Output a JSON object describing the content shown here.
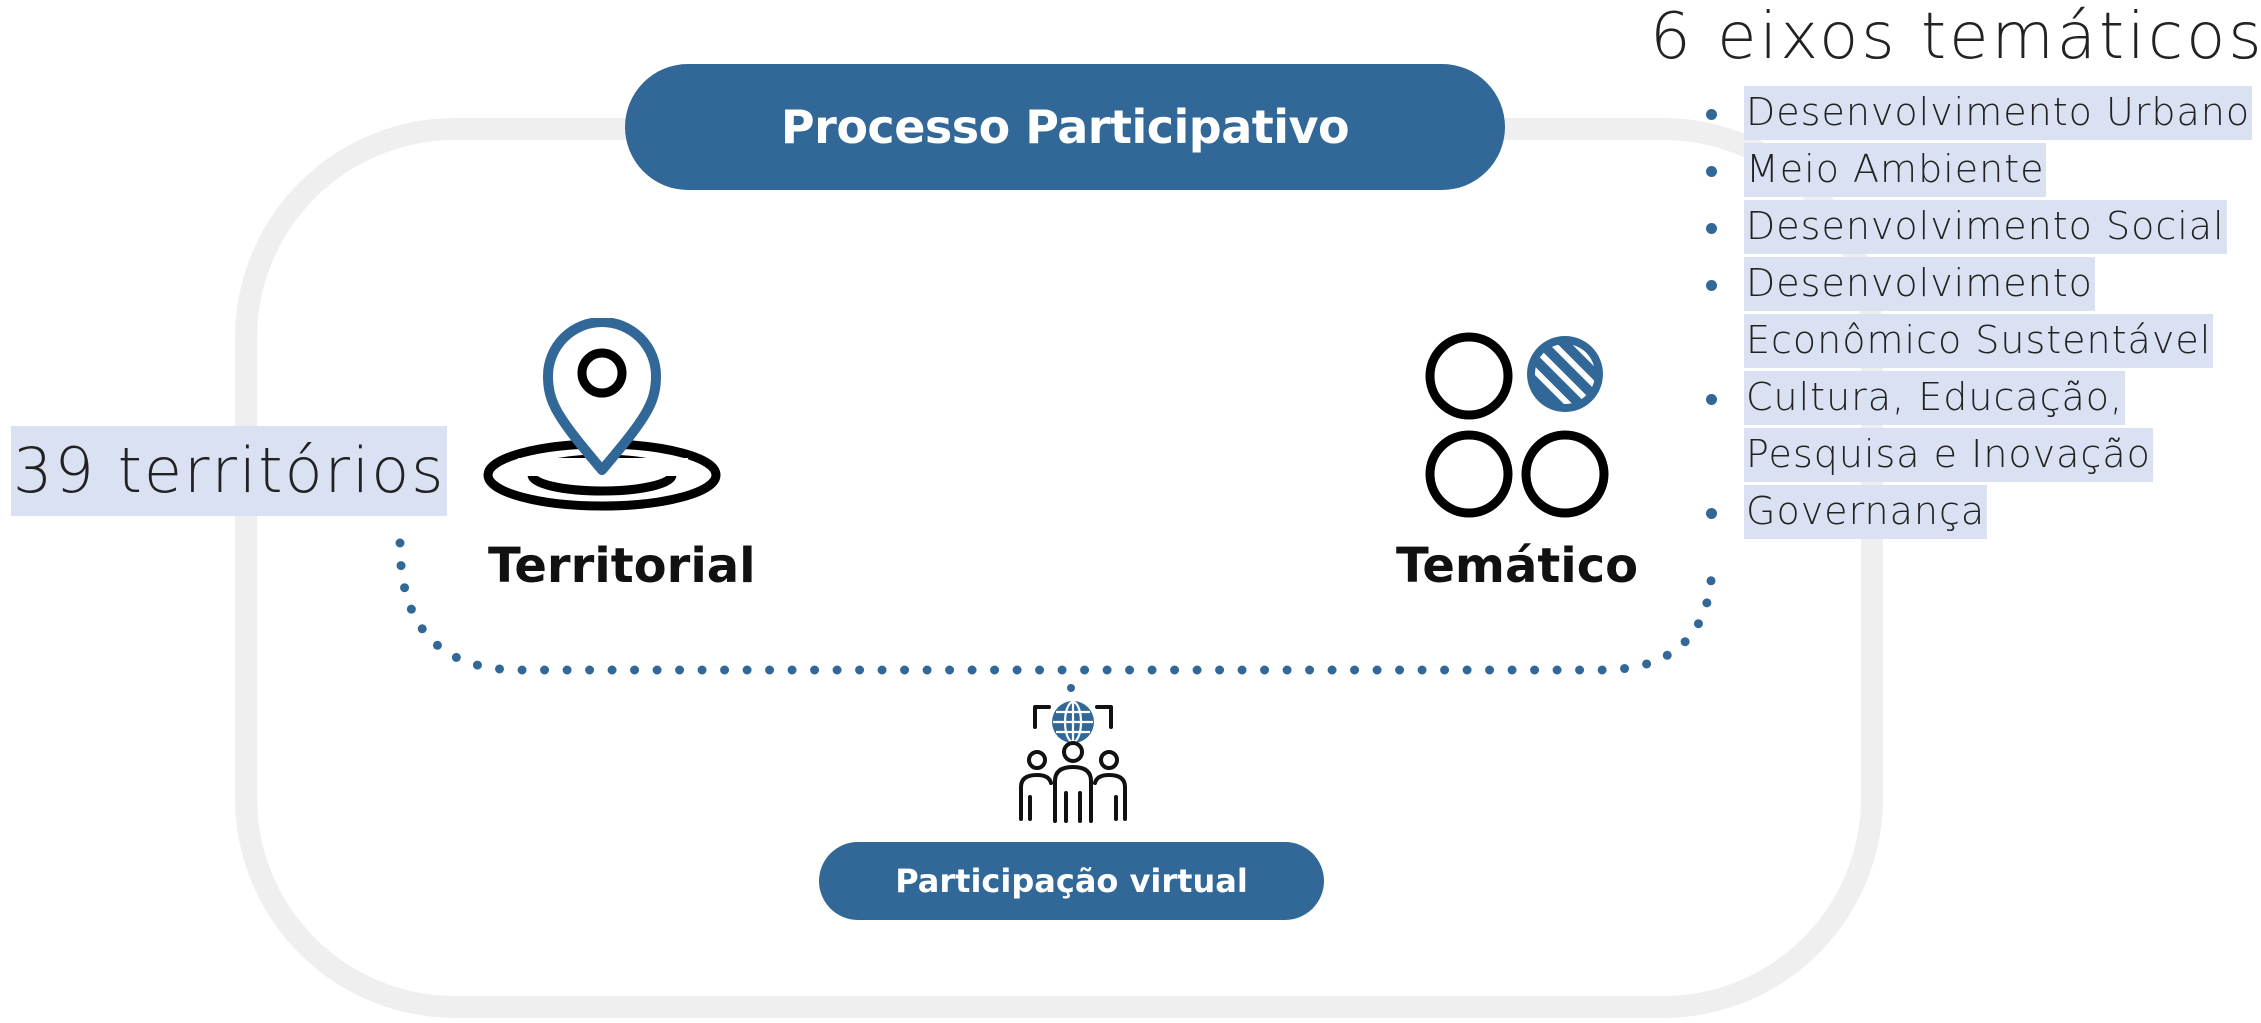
{
  "diagram": {
    "title": "Processo Participativo",
    "territorial": {
      "label": "Territorial",
      "icon": "map-pin-icon"
    },
    "tematico": {
      "label": "Temático",
      "icon": "four-circles-icon"
    },
    "virtual": {
      "label": "Participação virtual",
      "icon": "virtual-people-globe-icon"
    }
  },
  "territorios": {
    "text": "39 territórios"
  },
  "eixos": {
    "heading": "6 eixos temáticos:",
    "items": [
      {
        "lines": [
          "Desenvolvimento Urbano"
        ]
      },
      {
        "lines": [
          "Meio Ambiente"
        ]
      },
      {
        "lines": [
          "Desenvolvimento Social"
        ]
      },
      {
        "lines": [
          "Desenvolvimento",
          "Econômico Sustentável"
        ]
      },
      {
        "lines": [
          "Cultura, Educação,",
          "Pesquisa e Inovação"
        ]
      },
      {
        "lines": [
          "Governança"
        ]
      }
    ]
  },
  "colors": {
    "accent": "#316898",
    "highlight": "#d9e1f3",
    "frame": "#efefef",
    "text": "#111111"
  }
}
